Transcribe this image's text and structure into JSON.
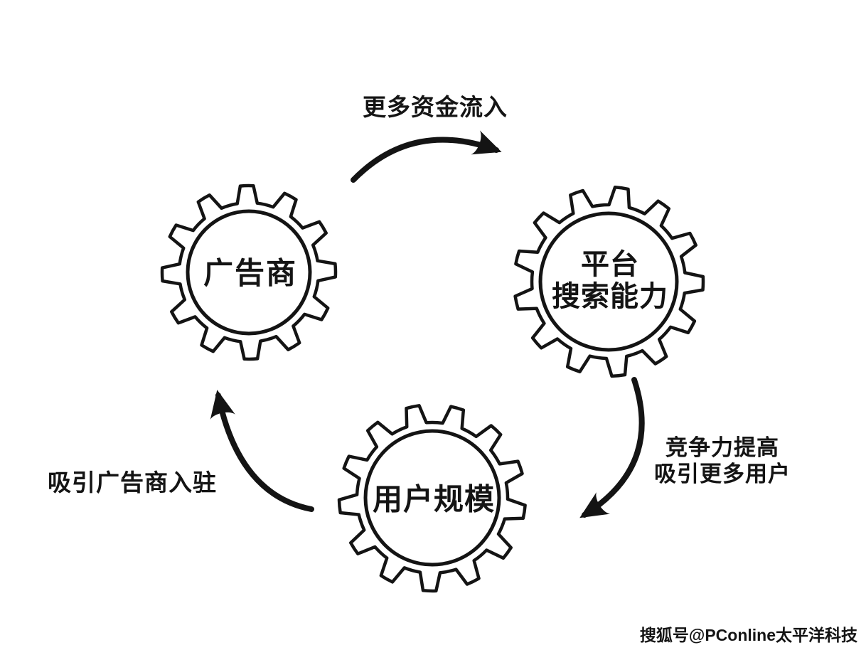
{
  "colors": {
    "ink": "#141414",
    "background": "#ffffff"
  },
  "gears": {
    "advertisers": {
      "label": "广告商"
    },
    "platform": {
      "line1": "平台",
      "line2": "搜索能力"
    },
    "users": {
      "label": "用户规模"
    }
  },
  "arrows": {
    "top": {
      "label": "更多资金流入"
    },
    "right": {
      "line1": "竞争力提高",
      "line2": "吸引更多用户"
    },
    "left": {
      "label": "吸引广告商入驻"
    }
  },
  "watermark": {
    "text": "搜狐号@PConline太平洋科技"
  }
}
